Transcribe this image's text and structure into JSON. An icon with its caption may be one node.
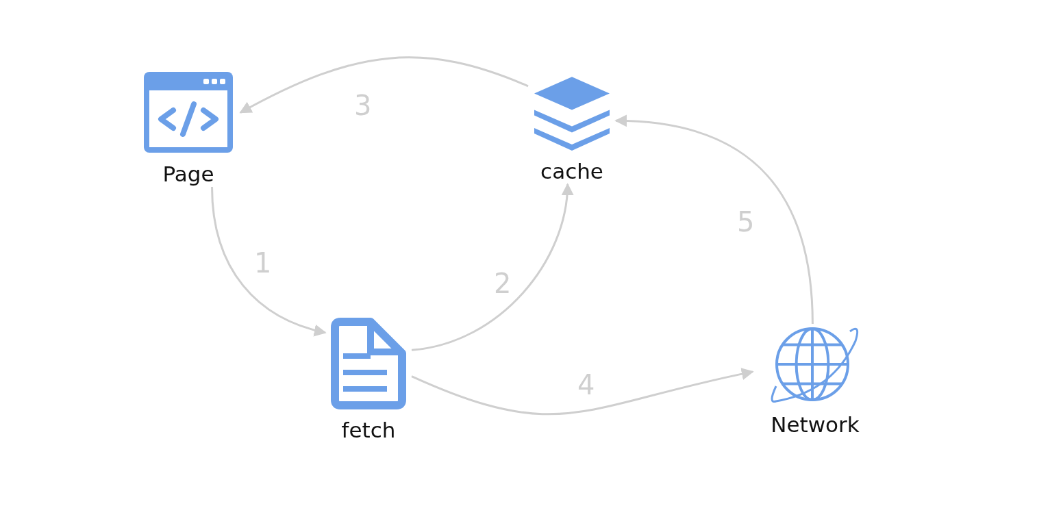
{
  "diagram": {
    "nodes": [
      {
        "text": [
          "Page"
        ]
      },
      {
        "text": [
          "cache"
        ]
      },
      {
        "text": [
          "fetch"
        ]
      },
      {
        "text": [
          "Network"
        ]
      }
    ],
    "edges": [
      {
        "from": 0,
        "to": 2,
        "arrow": "to",
        "label": "1"
      },
      {
        "from": 2,
        "to": 1,
        "arrow": "to",
        "label": "2"
      },
      {
        "from": 1,
        "to": 0,
        "arrow": "to",
        "label": "3"
      },
      {
        "from": 2,
        "to": 3,
        "arrow": "to",
        "label": "4"
      },
      {
        "from": 3,
        "to": 1,
        "arrow": "to",
        "label": "5"
      }
    ]
  }
}
